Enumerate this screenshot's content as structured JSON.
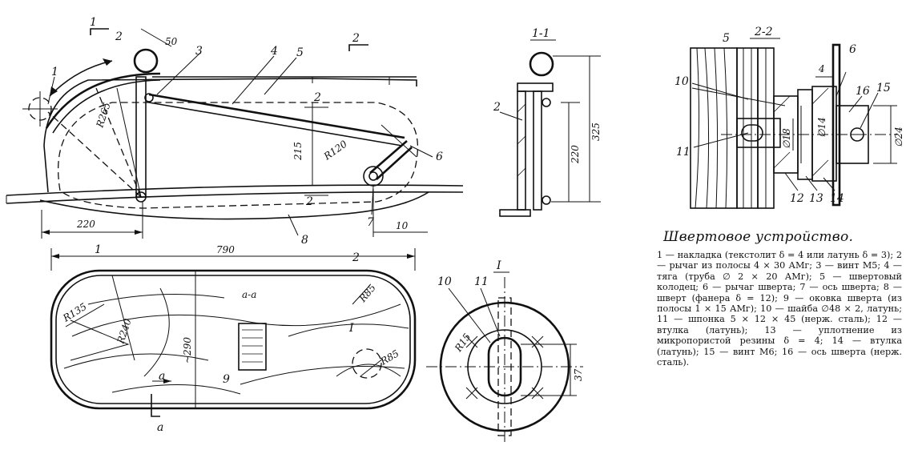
{
  "caption": {
    "title": "Швертовое устройство.",
    "text": "1 — накладка (текстолит δ = 4 или латунь δ = 3); 2 — рычаг из полосы 4 × 30 АМг; 3 — винт М5; 4 — тяга (труба ∅ 2 × 20 АМг); 5 — швертовый колодец; 6 — рычаг шверта; 7 — ось шверта; 8 — шверт (фанера δ = 12); 9 — оковка шверта (из полосы 1 × 15 АМг); 10 — шайба ∅48 × 2, латунь; 11 — шпонка 5 × 12 × 45 (нерж. сталь); 12 — втулка (латунь); 13 — уплотнение из микропористой резины δ = 4; 14 — втулка (латунь); 15 — винт М6; 16 — ось шверта (нерж. сталь)."
  },
  "views": {
    "side": {
      "parts": [
        "1",
        "2",
        "3",
        "4",
        "5",
        "6",
        "7",
        "8"
      ],
      "dims": [
        "50",
        "R265",
        "215",
        "R120",
        "220",
        "10"
      ],
      "section_marks": [
        "1",
        "1",
        "2",
        "2",
        "2",
        "2"
      ]
    },
    "plan": {
      "parts": [
        "9"
      ],
      "dims": [
        "790",
        "R135",
        "R240",
        "~290",
        "R85",
        "R85"
      ],
      "section_label": "а-а",
      "detail_mark": "I",
      "marks": [
        "1",
        "2",
        "а",
        "а"
      ]
    },
    "section_1_1": {
      "title": "1-1",
      "parts": [
        "2"
      ],
      "dims": [
        "220",
        "325"
      ]
    },
    "detail_I": {
      "title": "I",
      "parts": [
        "10",
        "11"
      ],
      "dims": [
        "R15",
        "37"
      ]
    },
    "section_2_2": {
      "title": "2-2",
      "parts": [
        "5",
        "6",
        "10",
        "11",
        "12",
        "13",
        "14",
        "15",
        "16"
      ],
      "dims": [
        "4",
        "∅18",
        "∅14",
        "∅24"
      ]
    }
  }
}
